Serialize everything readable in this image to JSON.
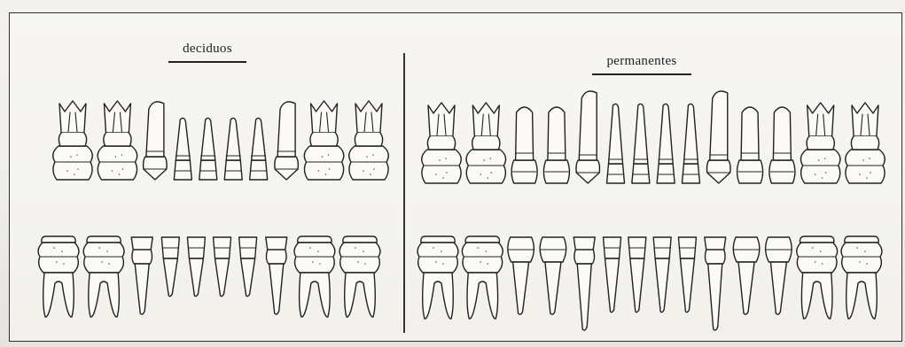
{
  "sections": {
    "deciduous": {
      "title": "deciduos",
      "upper_teeth": [
        "molar",
        "molar",
        "canine",
        "incisor",
        "incisor",
        "incisor",
        "incisor",
        "canine",
        "molar",
        "molar"
      ],
      "lower_teeth": [
        "molar",
        "molar",
        "canine",
        "incisor",
        "incisor",
        "incisor",
        "incisor",
        "canine",
        "molar",
        "molar"
      ]
    },
    "permanent": {
      "title": "permanentes",
      "upper_teeth": [
        "molar",
        "molar",
        "premolar",
        "premolar",
        "canine",
        "incisor",
        "incisor",
        "incisor",
        "incisor",
        "canine",
        "premolar",
        "premolar",
        "molar",
        "molar"
      ],
      "lower_teeth": [
        "molar",
        "molar",
        "premolar",
        "premolar",
        "canine",
        "incisor",
        "incisor",
        "incisor",
        "incisor",
        "canine",
        "premolar",
        "premolar",
        "molar",
        "molar"
      ]
    }
  }
}
